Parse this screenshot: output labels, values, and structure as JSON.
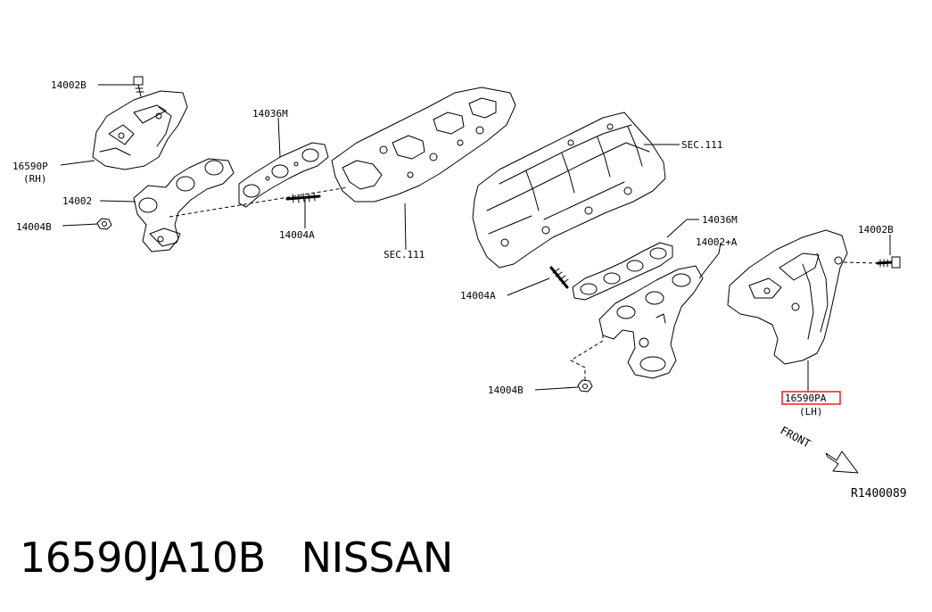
{
  "diagram": {
    "labels": {
      "bolt_rh": "14002B",
      "gasket_rh": "14036M",
      "insulator_rh": "16590P",
      "insulator_rh_side": "(RH)",
      "manifold_rh": "14002",
      "nut_rh": "14004B",
      "stud_rh": "14004A",
      "sec_rh": "SEC.111",
      "sec_lh": "SEC.111",
      "gasket_lh": "14036M",
      "manifold_lh": "14002+A",
      "stud_lh": "14004A",
      "bolt_lh": "14002B",
      "insulator_lh": "16590PA",
      "insulator_lh_side": "(LH)",
      "nut_lh": "14004B",
      "front": "FRONT",
      "ref": "R1400089"
    },
    "highlight_color": "#e2231a"
  },
  "caption": {
    "part_number": "16590JA10B",
    "brand": "NISSAN"
  }
}
